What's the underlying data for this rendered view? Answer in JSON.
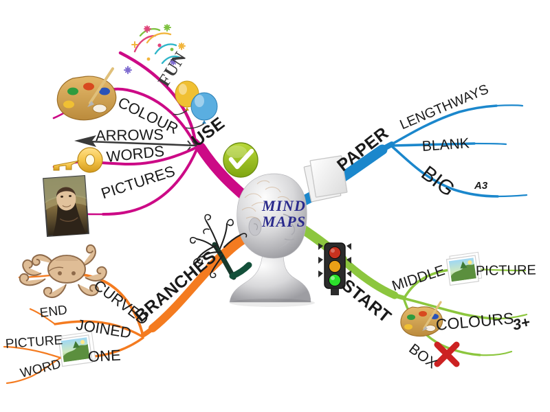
{
  "title": "Mind Maps — how to draw a mind map",
  "center": {
    "line1": "MIND",
    "line2": "MAPS",
    "text_color": "#2a2a8c",
    "icon": "human-head-brain"
  },
  "branches": [
    {
      "id": "use",
      "label": "USE",
      "color": "#cc0a86",
      "icon": "green-check-badge",
      "children": [
        {
          "label": "FUN",
          "icons": [
            "confetti",
            "balloons"
          ]
        },
        {
          "label": "COLOUR",
          "icons": [
            "paint-palette"
          ]
        },
        {
          "label": "ARROWS",
          "icons": [
            "arrow"
          ]
        },
        {
          "label": "WORDS",
          "icons": [
            "gold-key"
          ]
        },
        {
          "label": "PICTURES",
          "icons": [
            "mona-lisa-painting"
          ]
        }
      ]
    },
    {
      "id": "paper",
      "label": "PAPER",
      "color": "#1b87cc",
      "icon": "blank-paper-sheets",
      "children": [
        {
          "label": "LENGTHWAYS",
          "icons": []
        },
        {
          "label": "BLANK",
          "icons": []
        },
        {
          "label": "BIG",
          "icons": [],
          "children": [
            {
              "label": "A3"
            }
          ]
        }
      ]
    },
    {
      "id": "branches",
      "label": "BRANCHES",
      "color": "#f47b20",
      "icon": "bare-tree",
      "children": [
        {
          "label": "CURVED",
          "icons": [
            "octopus"
          ]
        },
        {
          "label": "JOINED",
          "icons": [],
          "children": [
            {
              "label": "END"
            }
          ]
        },
        {
          "label": "ONE",
          "icons": [],
          "children": [
            {
              "label": "PICTURE",
              "icons": [
                "photo-thumbnail"
              ]
            },
            {
              "label": "WORD",
              "icons": []
            }
          ]
        }
      ]
    },
    {
      "id": "start",
      "label": "START",
      "color": "#8cc63e",
      "icon": "traffic-light",
      "children": [
        {
          "label": "MIDDLE",
          "icons": [],
          "children": [
            {
              "label": "PICTURE",
              "icons": [
                "photo-thumbnail"
              ]
            }
          ]
        },
        {
          "label": "COLOURS",
          "icons": [
            "paint-palette"
          ],
          "children": [
            {
              "label": "3+"
            }
          ]
        },
        {
          "label": "BOX",
          "icons": [
            "red-cross"
          ]
        }
      ]
    }
  ],
  "colors": {
    "magenta": "#cc0a86",
    "blue": "#1b87cc",
    "orange": "#f47b20",
    "green": "#8cc63e",
    "text": "#1a1a1a",
    "center_text": "#2a2a8c",
    "red_x": "#cc2222",
    "background": "#ffffff"
  }
}
